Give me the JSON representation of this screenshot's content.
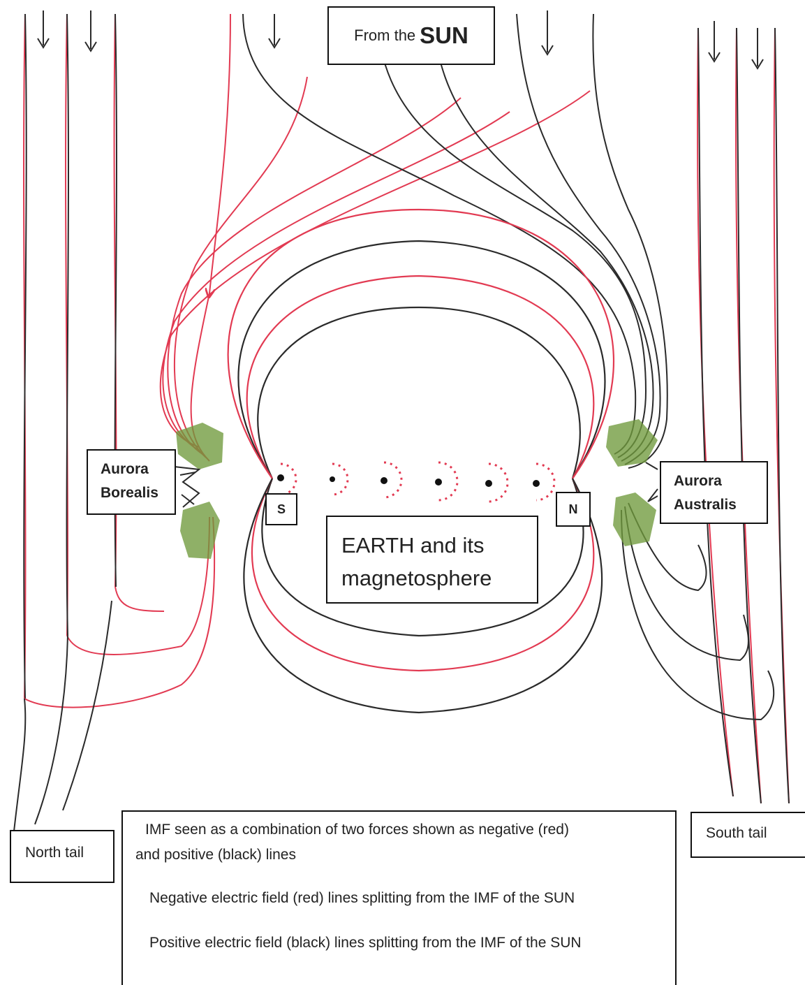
{
  "sun_label": {
    "prefix": "From the",
    "name": "SUN"
  },
  "earth_label": {
    "line1": "EARTH and its",
    "line2": "magnetosphere"
  },
  "poles": {
    "south": "S",
    "north": "N"
  },
  "aurora_borealis": {
    "line1": "Aurora",
    "line2": "Borealis"
  },
  "aurora_australis": {
    "line1": "Aurora",
    "line2": "Australis"
  },
  "tails": {
    "north": "North tail",
    "south": "South tail"
  },
  "legend": {
    "intro_line1": "IMF seen as a combination of two forces shown as negative (red)",
    "intro_line2": "and positive (black) lines",
    "negative": "Negative electric field (red) lines splitting from the IMF of the SUN",
    "positive": "Positive electric field (black) lines splitting from the IMF of the SUN"
  },
  "colors": {
    "negative_red": "#e23a52",
    "positive_black": "#2a2a2a",
    "aurora_green": "#6f9a3c"
  }
}
